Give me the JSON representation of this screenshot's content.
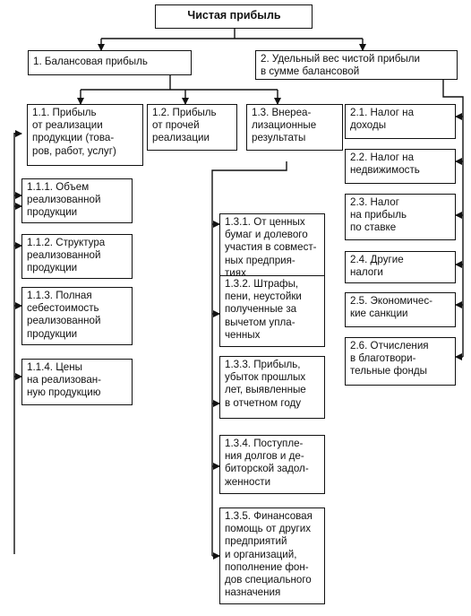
{
  "title": "Чистая прибыль",
  "branches": {
    "b1": "1. Балансовая прибыль",
    "b2": "2. Удельный вес чистой прибыли\nв сумме балансовой"
  },
  "level2": {
    "b11": "1.1. Прибыль\nот реализации\nпродукции (това-\nров, работ, услуг)",
    "b12": "1.2. Прибыль\nот прочей\nреализации",
    "b13": "1.3. Внереа-\nлизационные\nрезультаты"
  },
  "items_1_1": [
    "1.1.1. Объем\nреализованной\nпродукции",
    "1.1.2. Структура\nреализованной\nпродукции",
    "1.1.3. Полная\nсебестоимость\nреализованной\nпродукции",
    "1.1.4. Цены\nна реализован-\nную продукцию"
  ],
  "items_1_3": [
    "1.3.1. От ценных\nбумаг и долевого\nучастия в совмест-\nных предприя-\nтиях",
    "1.3.2. Штрафы,\nпени, неустойки\nполученные за\nвычетом упла-\nченных",
    "1.3.3. Прибыль,\nубыток прошлых\nлет, выявленные\nв отчетном году",
    "1.3.4. Поступле-\nния долгов и де-\nбиторской задол-\nженности",
    "1.3.5. Финансовая\nпомощь от других\nпредприятий\nи организаций,\nпополнение фон-\nдов специального\nназначения"
  ],
  "items_2": [
    "2.1. Налог на\nдоходы",
    "2.2. Налог на\nнедвижимость",
    "2.3. Налог\nна прибыль\nпо ставке",
    "2.4. Другие\nналоги",
    "2.5. Экономичес-\nкие санкции",
    "2.6. Отчисления\nв благотвори-\nтельные фонды"
  ]
}
